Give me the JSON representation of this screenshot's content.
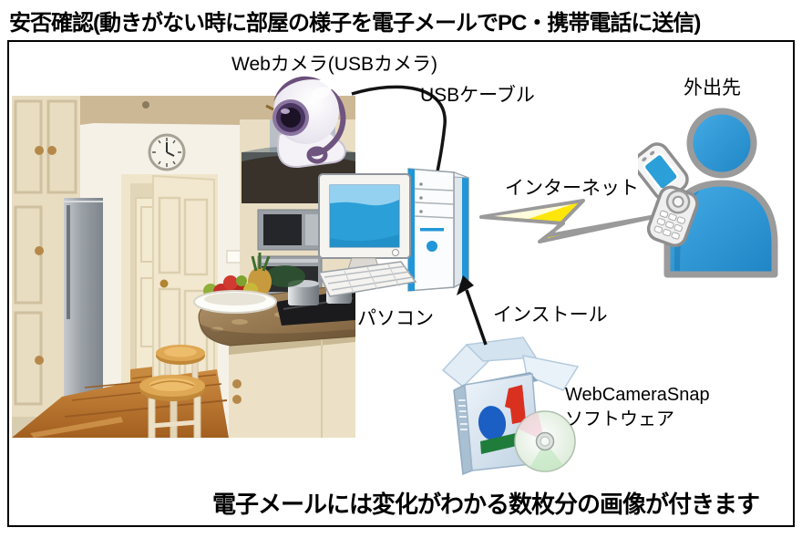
{
  "title": "安否確認(動きがない時に部屋の様子を電子メールでPC・携帯電話に送信)",
  "labels": {
    "webcam": "Webカメラ(USBカメラ)",
    "usb_cable": "USBケーブル",
    "pc": "パソコン",
    "internet": "インターネット",
    "away": "外出先",
    "install": "インストール",
    "software_line1": "WebCameraSnap",
    "software_line2": "ソフトウェア",
    "footer": "電子メールには変化がわかる数枚分の画像が付きます"
  },
  "icons": {
    "webcam": "webcam-icon",
    "pc": "desktop-pc-icon",
    "bolt": "lightning-bolt-icon",
    "person": "person-with-phone-icon",
    "software_box": "software-box-icon",
    "cd": "cd-disc-icon",
    "cable": "usb-cable-line",
    "arrow": "install-arrow",
    "photo": "kitchen-photo"
  },
  "colors": {
    "accent_blue": "#2b9fd8",
    "person_blue": "#2f9fe0",
    "bolt_yellow": "#ffe60a",
    "bolt_outline": "#9a9a9a",
    "webcam_purple": "#6b4f7a",
    "box_blue": "#c2d4e4",
    "logo_blue": "#1b5fc4",
    "logo_red": "#d93020",
    "logo_green": "#1f7c3a",
    "border_black": "#000000"
  }
}
